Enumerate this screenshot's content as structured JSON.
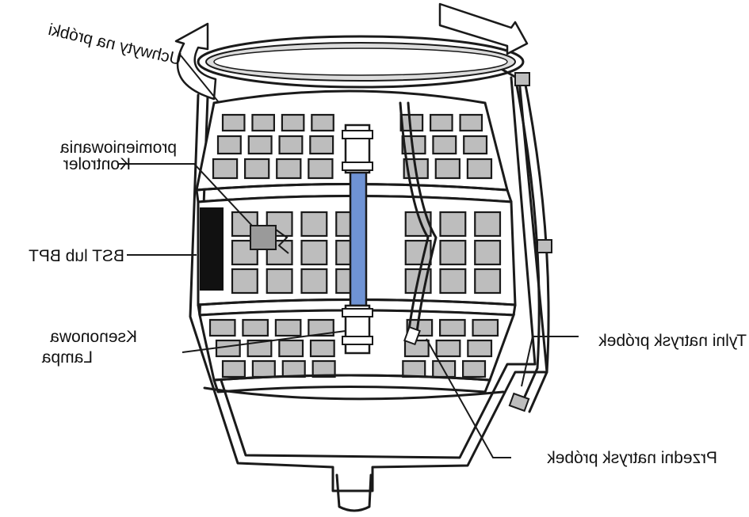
{
  "labels": {
    "sample_holders": "Uchwyty na próbki",
    "radiation_controller_line1": "promieniowania",
    "radiation_controller_line2": "Kontroler",
    "bst_bpt": "BST lub BPT",
    "xenon_lamp_line1": "Ksenonowa",
    "xenon_lamp_line2": "Lampa",
    "rear_spray": "Tylni natrysk próbek",
    "front_spray": "Przedni natrysk próbek"
  },
  "colors": {
    "lamp_tube": "#6f93d4",
    "panel_fill": "#bdbdbd",
    "line": "#1a1a1a",
    "bst_block": "#111111"
  },
  "icons": {
    "rotation_arrows": "rotation-arrow-icon"
  }
}
